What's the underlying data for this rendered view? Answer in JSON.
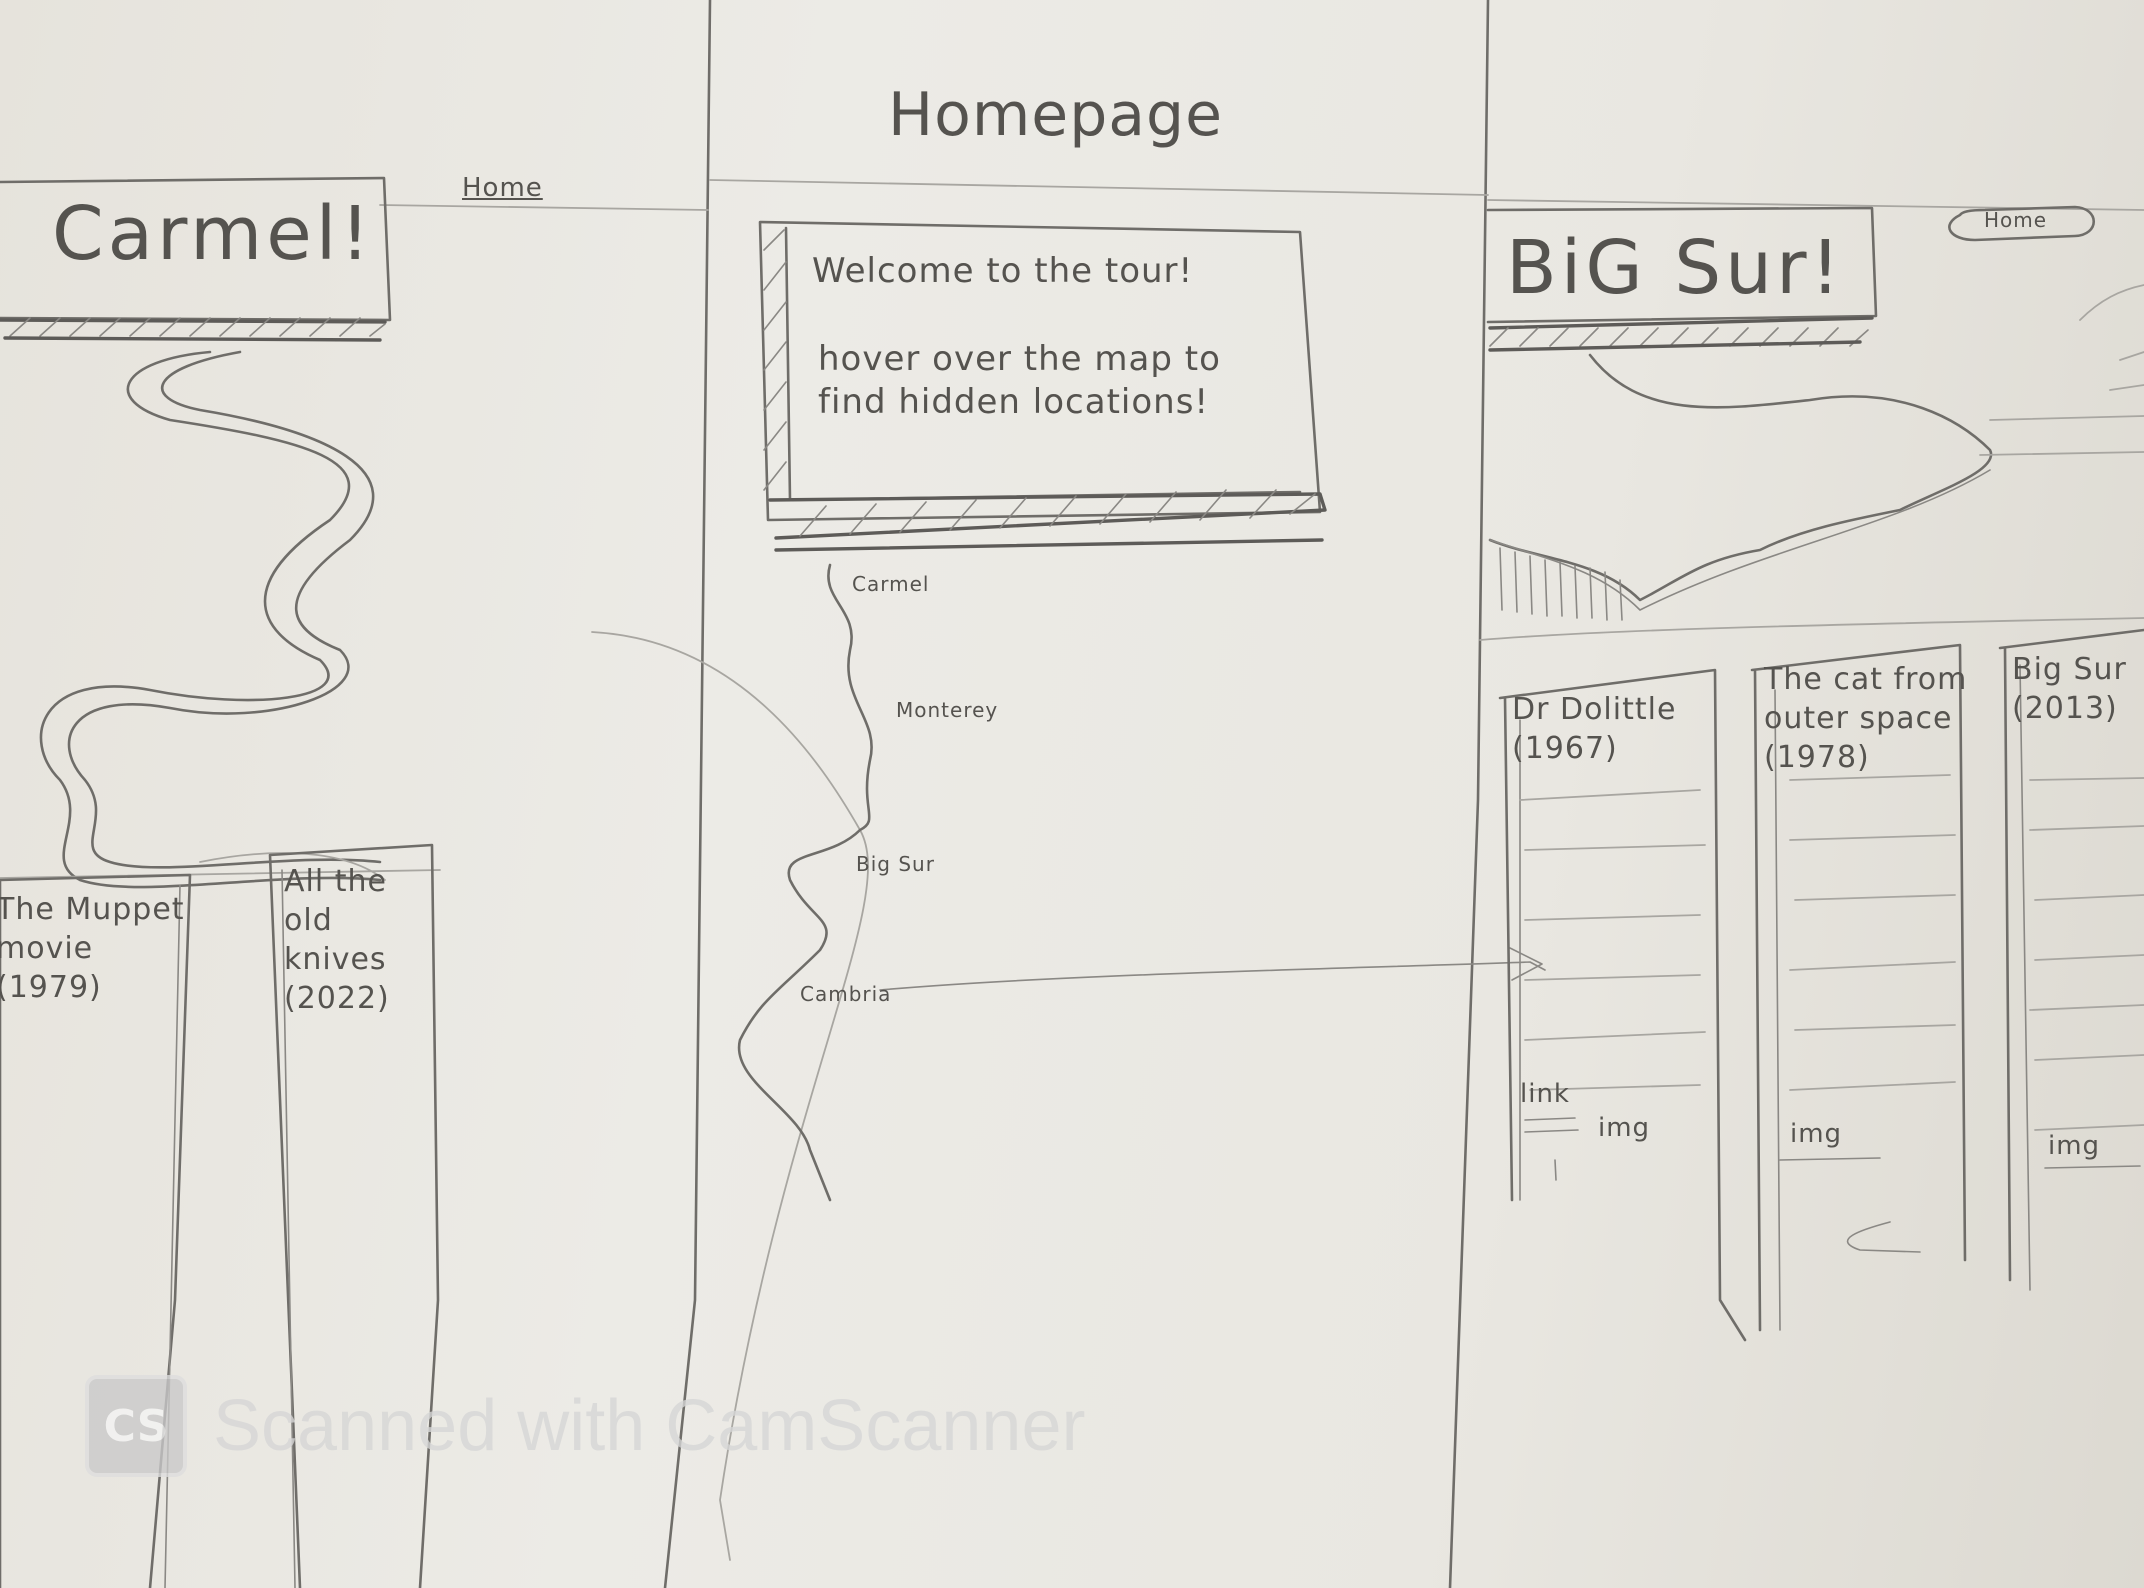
{
  "panels": {
    "carmel": {
      "title": "Carmel!",
      "home_link": "Home",
      "cards": [
        {
          "text": "The Muppet\nmovie\n(1979)"
        },
        {
          "text": "All the\nold\nknives\n(2022)"
        }
      ]
    },
    "homepage": {
      "title": "Homepage",
      "popup_heading": "Welcome to the tour!",
      "popup_body": "hover over the map to\nfind hidden locations!",
      "map_labels": [
        "Carmel",
        "Monterey",
        "Big Sur",
        "Cambria"
      ]
    },
    "bigsur": {
      "title": "BiG Sur!",
      "home_link": "Home",
      "cards": [
        {
          "text": "Dr Dolittle\n(1967)",
          "link": "link",
          "img": "img"
        },
        {
          "text": "The cat from\nouter space\n(1978)",
          "img": "img"
        },
        {
          "text": "Big Sur\n(2013)",
          "img": "img"
        }
      ]
    }
  },
  "watermark": {
    "logo": "CS",
    "text": "Scanned with CamScanner"
  }
}
